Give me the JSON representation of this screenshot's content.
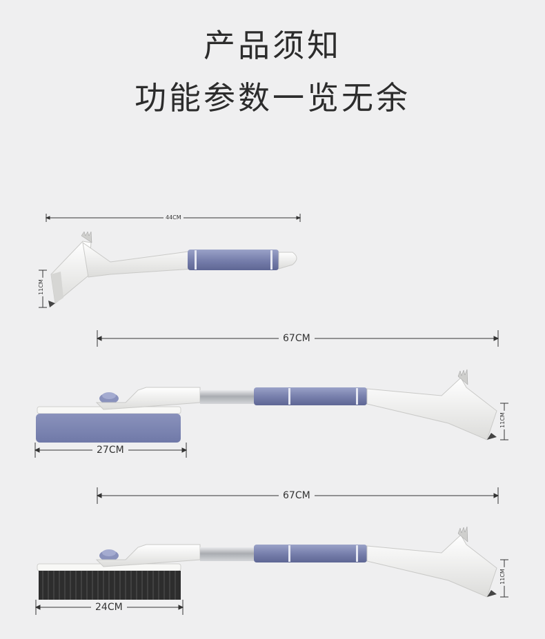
{
  "header": {
    "line1": "产品须知",
    "line2": "功能参数一览无余"
  },
  "dimensions": {
    "scraper_length": "44CM",
    "scraper_head_width": "11CM",
    "mop_total_length": "67CM",
    "mop_head_width": "27CM",
    "mop_scraper_width": "11CM",
    "brush_total_length": "67CM",
    "brush_head_width": "24CM",
    "brush_scraper_width": "11CM"
  },
  "colors": {
    "grip": "#7d86b2",
    "body": "#f4f4f2",
    "pole": "#b9bcc0",
    "bristles": "#2d2d2d"
  }
}
